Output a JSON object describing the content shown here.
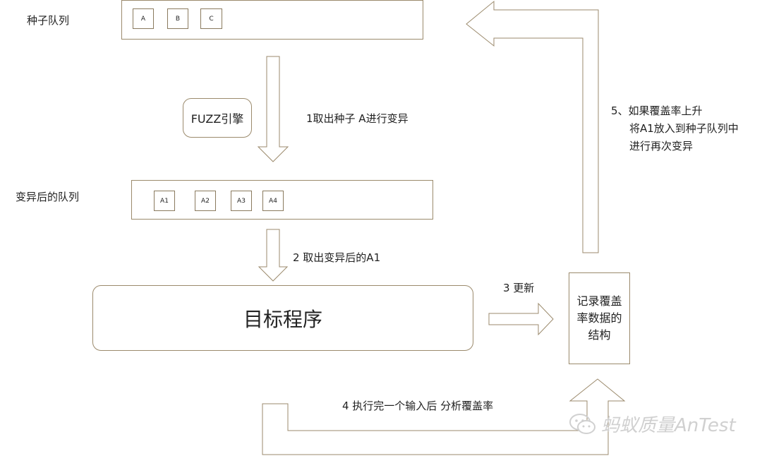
{
  "seed_queue": {
    "label": "种子队列",
    "items": [
      "A",
      "B",
      "C"
    ]
  },
  "engine": {
    "label": "FUZZ引擎"
  },
  "step1": {
    "label": "1取出种子  A进行变异"
  },
  "mutated_queue": {
    "label": "变异后的队列",
    "items": [
      "A1",
      "A2",
      "A3",
      "A4"
    ]
  },
  "step2": {
    "label": "2 取出变异后的A1"
  },
  "target": {
    "label": "目标程序"
  },
  "step3": {
    "label": "3 更新"
  },
  "coverage_box": {
    "lines": [
      "记录覆盖",
      "率数据的",
      "结构"
    ]
  },
  "step4": {
    "label": "4 执行完一个输入后 分析覆盖率"
  },
  "step5": {
    "lines": [
      "5、如果覆盖率上升",
      "将A1放入到种子队列中",
      "进行再次变异"
    ]
  },
  "watermark": {
    "text": "蚂蚁质量AnTest"
  },
  "colors": {
    "stroke": "#9b8a6c",
    "text": "#222222",
    "watermark": "#d0d0d0"
  }
}
